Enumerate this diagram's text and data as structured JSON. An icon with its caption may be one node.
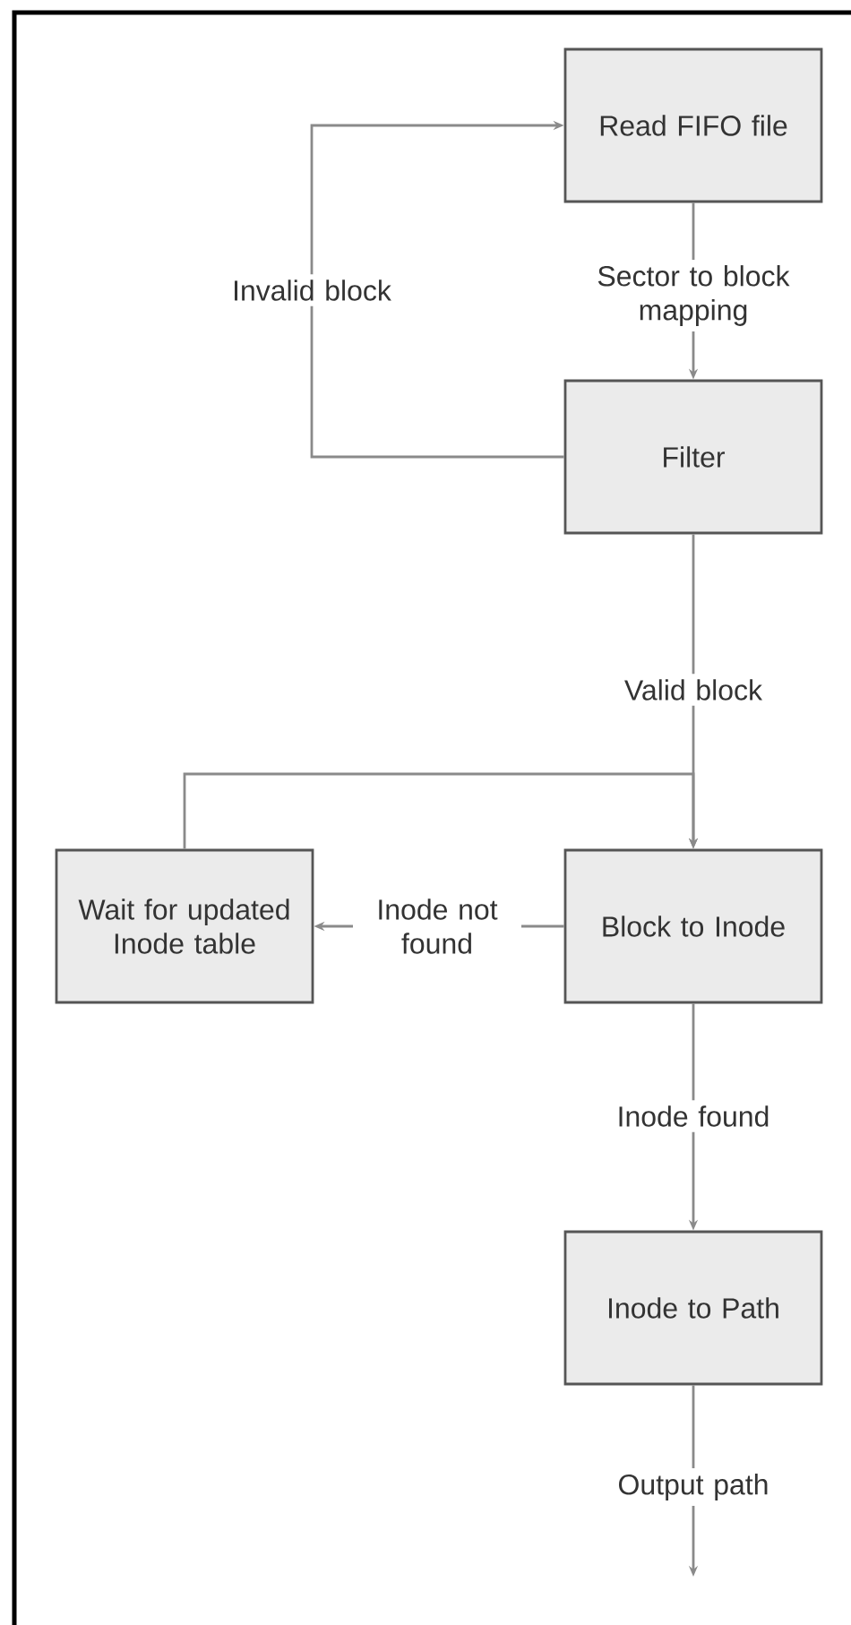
{
  "diagram": {
    "nodes": [
      {
        "text": [
          "Read FIFO file"
        ]
      },
      {
        "text": [
          "Filter"
        ]
      },
      {
        "text": [
          "Block to Inode"
        ]
      },
      {
        "text": [
          "Wait for updated Inode table"
        ]
      },
      {
        "text": [
          "Inode to Path"
        ]
      }
    ],
    "edges": [
      {
        "from": 0,
        "to": 1,
        "arrow": "to",
        "label": "Sector to block mapping"
      },
      {
        "from": 1,
        "to": 0,
        "arrow": "to",
        "label": "Invalid block"
      },
      {
        "from": 1,
        "to": 2,
        "arrow": "to",
        "label": "Valid block"
      },
      {
        "from": 3,
        "to": 2,
        "arrow": "to"
      },
      {
        "from": 2,
        "to": 3,
        "arrow": "to",
        "label": "Inode not found"
      },
      {
        "from": 2,
        "to": 4,
        "arrow": "to",
        "label": "Inode found"
      },
      {
        "from": 4,
        "to": null,
        "arrow": "to",
        "label": "Output path"
      }
    ]
  }
}
